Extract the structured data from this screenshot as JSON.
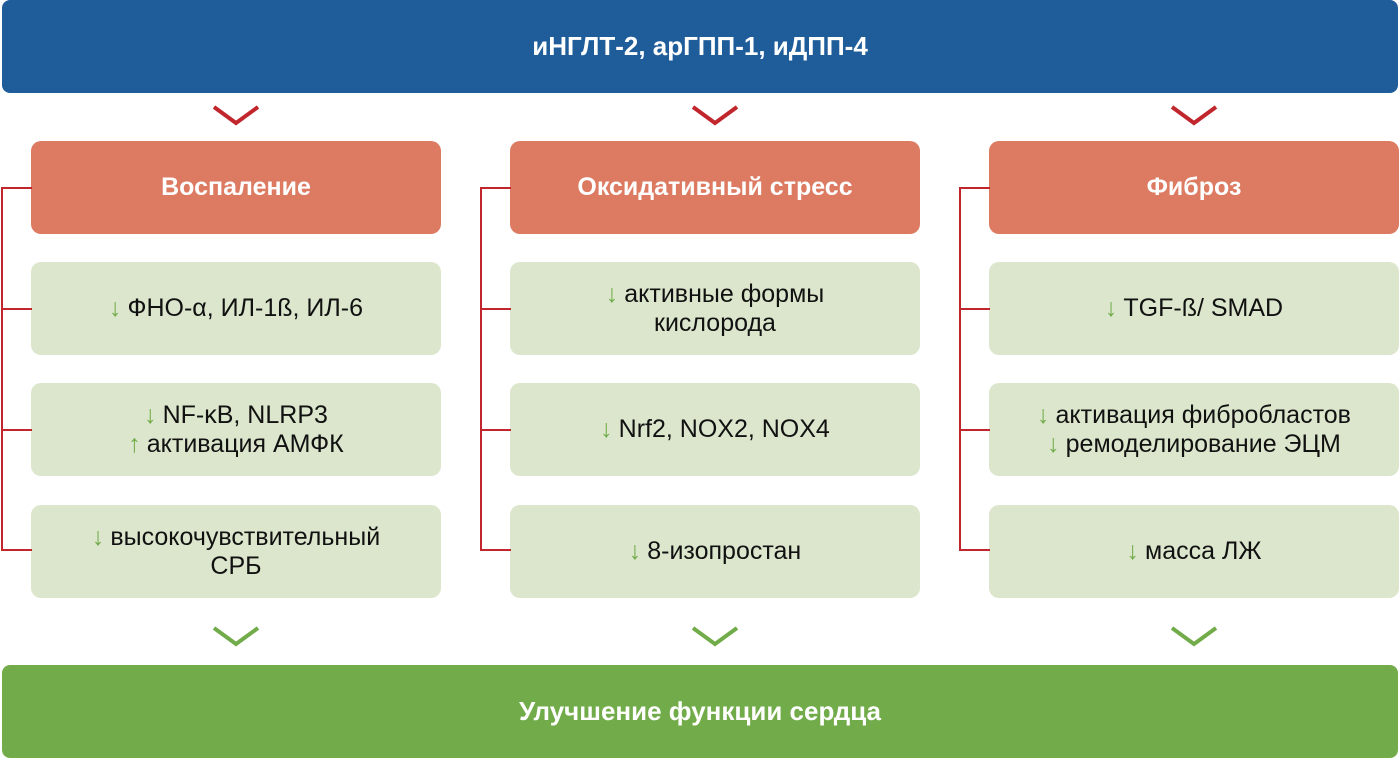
{
  "top_title": "иНГЛТ-2, арГПП-1, иДПП-4",
  "bottom_title": "Улучшение функции сердца",
  "colors": {
    "top": "#1f5c9a",
    "header": "#dc7b62",
    "box": "#dbe6cc",
    "bottom": "#72ac4a",
    "connector": "#c0262c",
    "arrow": "#72ac4a"
  },
  "columns": [
    {
      "title": "Воспаление",
      "items": [
        {
          "lines": [
            {
              "arrow": "↓",
              "text": "ФНО-α, ИЛ-1ß, ИЛ-6"
            }
          ]
        },
        {
          "lines": [
            {
              "arrow": "↓",
              "text": "NF-κB, NLRP3"
            },
            {
              "arrow": "↑",
              "text": "активация АМФК"
            }
          ]
        },
        {
          "lines": [
            {
              "arrow": "↓",
              "text": "высокочувствительный"
            },
            {
              "arrow": "",
              "text": "СРБ"
            }
          ]
        }
      ]
    },
    {
      "title": "Оксидативный стресс",
      "items": [
        {
          "lines": [
            {
              "arrow": "↓",
              "text": "активные формы"
            },
            {
              "arrow": "",
              "text": "кислорода"
            }
          ]
        },
        {
          "lines": [
            {
              "arrow": "↓",
              "text": "Nrf2, NOX2, NOX4"
            }
          ]
        },
        {
          "lines": [
            {
              "arrow": "↓",
              "text": "8-изопростан"
            }
          ]
        }
      ]
    },
    {
      "title": "Фиброз",
      "items": [
        {
          "lines": [
            {
              "arrow": "↓",
              "text": "TGF-ß/ SMAD"
            }
          ]
        },
        {
          "lines": [
            {
              "arrow": "↓",
              "text": "активация фибробластов"
            },
            {
              "arrow": "↓",
              "text": "ремоделирование ЭЦМ"
            }
          ]
        },
        {
          "lines": [
            {
              "arrow": "↓",
              "text": "масса ЛЖ"
            }
          ]
        }
      ]
    }
  ]
}
